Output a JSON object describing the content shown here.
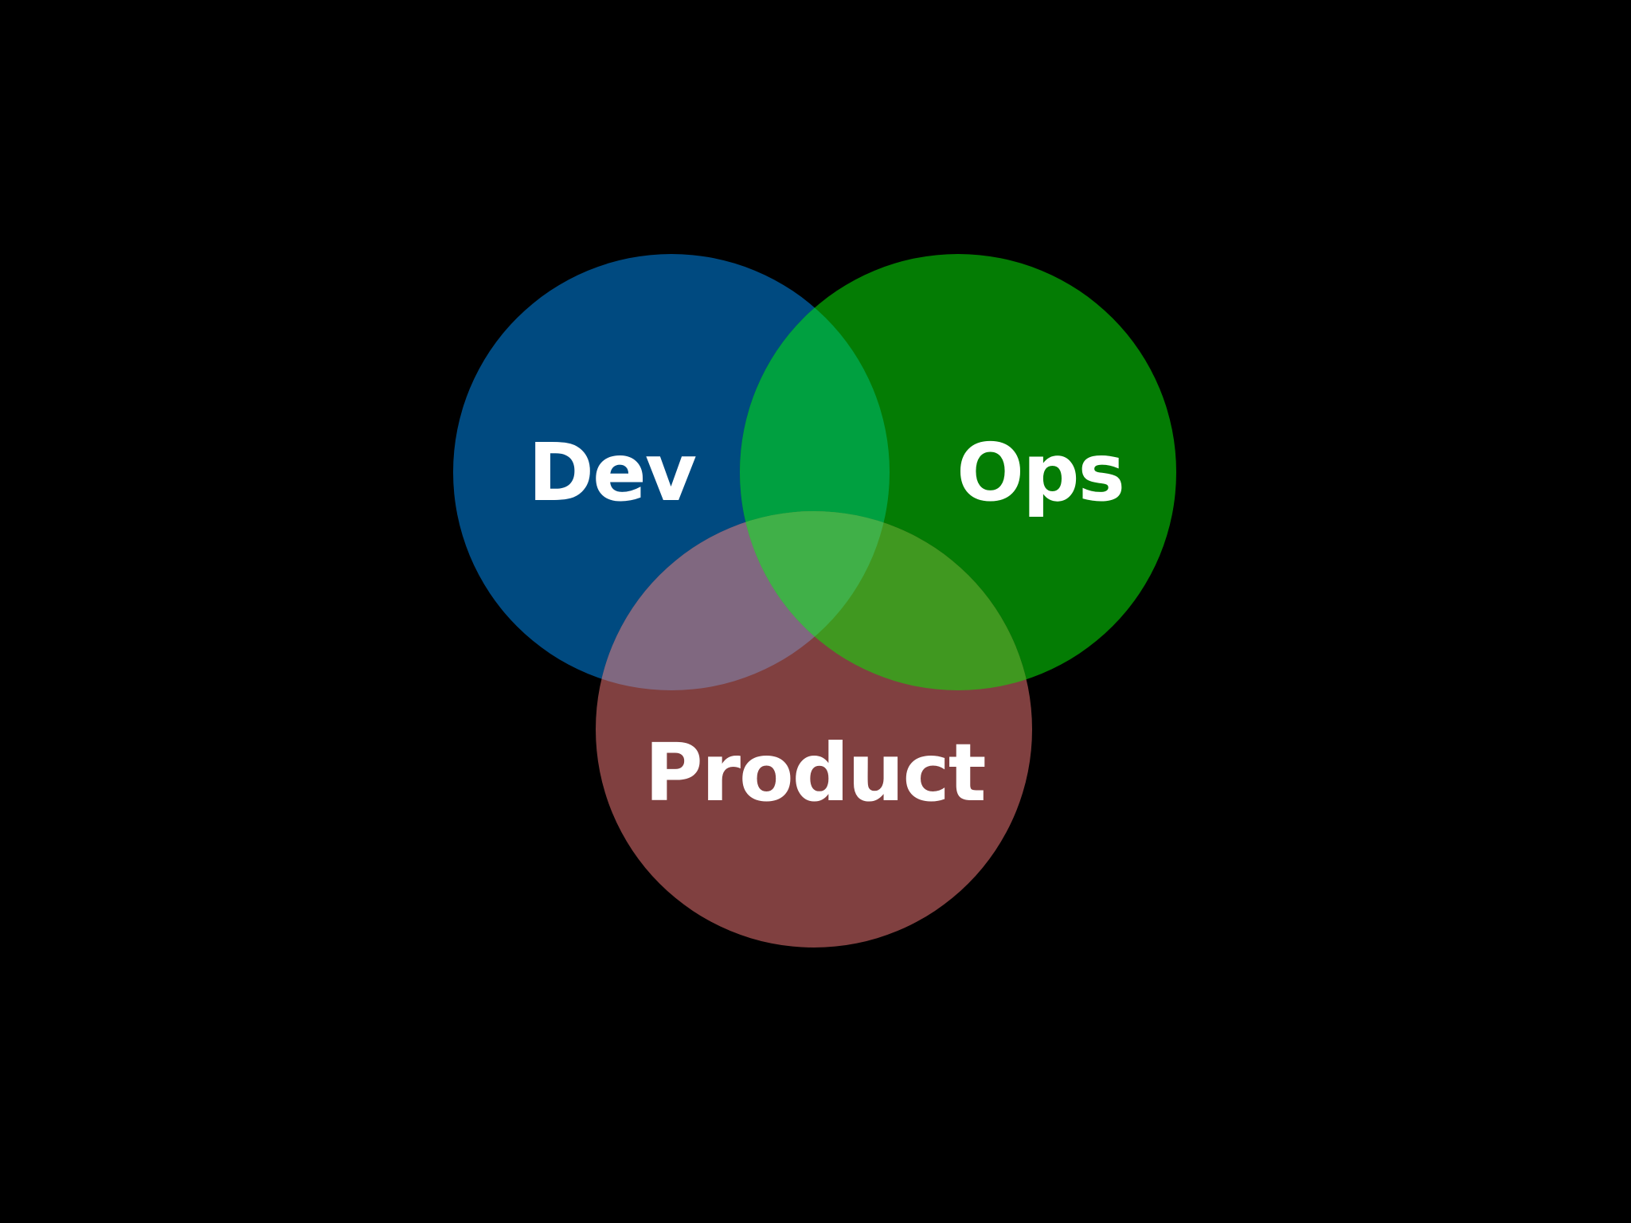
{
  "diagram": {
    "background_color": "#000000",
    "label_color": "#ffffff",
    "sets": [
      {
        "id": "dev",
        "label": "Dev",
        "color": "#0a5aa8"
      },
      {
        "id": "ops",
        "label": "Ops",
        "color": "#0c9a0c"
      },
      {
        "id": "product",
        "label": "Product",
        "color": "#a45050"
      }
    ],
    "overlap_colors": {
      "dev_ops": "#00a040",
      "dev_product": "#806880",
      "ops_product": "#409820",
      "all": "#40b048"
    }
  }
}
